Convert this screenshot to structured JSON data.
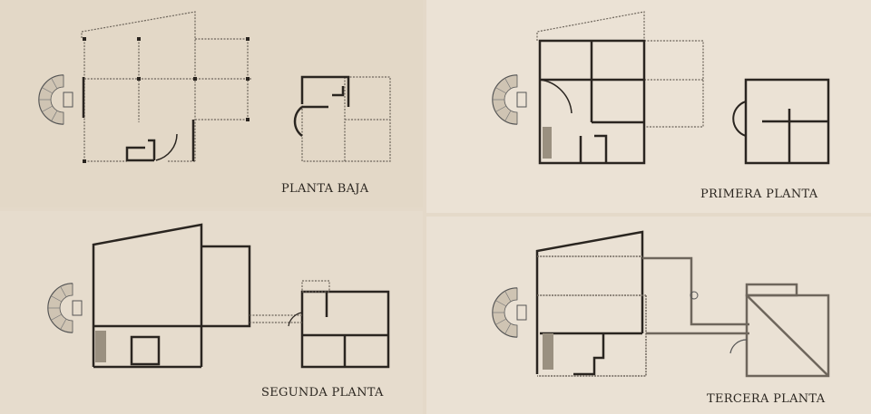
{
  "plans": [
    {
      "label": "PLANTA BAJA"
    },
    {
      "label": "PRIMERA PLANTA"
    },
    {
      "label": "SEGUNDA PLANTA"
    },
    {
      "label": "TERCERA PLANTA"
    }
  ],
  "colors": {
    "ink": "#2a2520",
    "dotted": "#6e665c",
    "paper": "#e6dccd"
  }
}
